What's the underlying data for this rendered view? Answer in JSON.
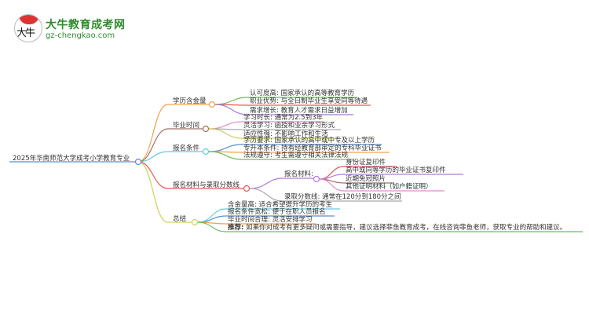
{
  "header": {
    "logo_glyph": "大牛",
    "site_name": "大牛教育成考网",
    "site_url": "gz-chengkao.com"
  },
  "mindmap": {
    "root": "2025年华南师范大学成考小学教育专业",
    "branches": [
      {
        "label": "学历含金量",
        "color": "#f5a04a",
        "children": [
          {
            "text": "认可度高: 国家承认的高等教育学历",
            "color": "#6bbf5a"
          },
          {
            "text": "职业优势: 与全日制毕业生享受同等待遇",
            "color": "#e85a5a"
          },
          {
            "text": "需求增长: 教育人才需求日益增加",
            "color": "#a57ad8"
          }
        ]
      },
      {
        "label": "毕业时间",
        "color": "#a0706a",
        "children": [
          {
            "text": "学习时长: 通常为2.5到3年",
            "color": "#e88ad0"
          },
          {
            "text": "灵活学习: 函授和业余学习形式",
            "color": "#aaaaaa"
          },
          {
            "text": "适应性强: 不影响工作和生活",
            "color": "#cfd05a"
          }
        ]
      },
      {
        "label": "报名条件",
        "color": "#5bcfe0",
        "children": [
          {
            "text": "学历要求: 国家承认的高中或中专及以上学历",
            "color": "#5a8fcf"
          },
          {
            "text": "专升本条件: 持有经教育部审定的专科毕业证书",
            "color": "#f5a04a"
          },
          {
            "text": "法规遵守: 考生需遵守相关法律法规",
            "color": "#6bbf5a"
          }
        ]
      },
      {
        "label": "报名材料与录取分数线",
        "color": "#e85a5a",
        "children": [
          {
            "text": "报名材料:",
            "color": "#b07ad8",
            "children": [
              {
                "text": "身份证复印件",
                "color": "#e85a5a"
              },
              {
                "text": "高中或同等学历的毕业证书复印件",
                "color": "#b07ad8"
              },
              {
                "text": "近期免冠照片",
                "color": "#a0706a"
              },
              {
                "text": "其他证明材料（如户籍证明）",
                "color": "#e88ad0"
              }
            ]
          },
          {
            "text": "录取分数线: 通常在120分到180分之间",
            "color": "#aaaaaa"
          }
        ]
      },
      {
        "label": "总结",
        "color": "#cfd05a",
        "children": [
          {
            "text": "含金量高: 适合希望提升学历的考生",
            "color": "#5bcfe0"
          },
          {
            "text": "报名条件宽松: 便于在职人员报名",
            "color": "#5a8fcf"
          },
          {
            "text": "毕业时间合理: 灵活安排学习",
            "color": "#f5a04a"
          },
          {
            "text_bold": "推荐:",
            "text": " 如果你对成考有更多疑问或需要指导，建议选择菲鱼教育成考，在线咨询菲鱼老师，获取专业的帮助和建议。",
            "color": "#6bbf5a"
          }
        ]
      }
    ],
    "root_color": "#5a8fcf"
  }
}
